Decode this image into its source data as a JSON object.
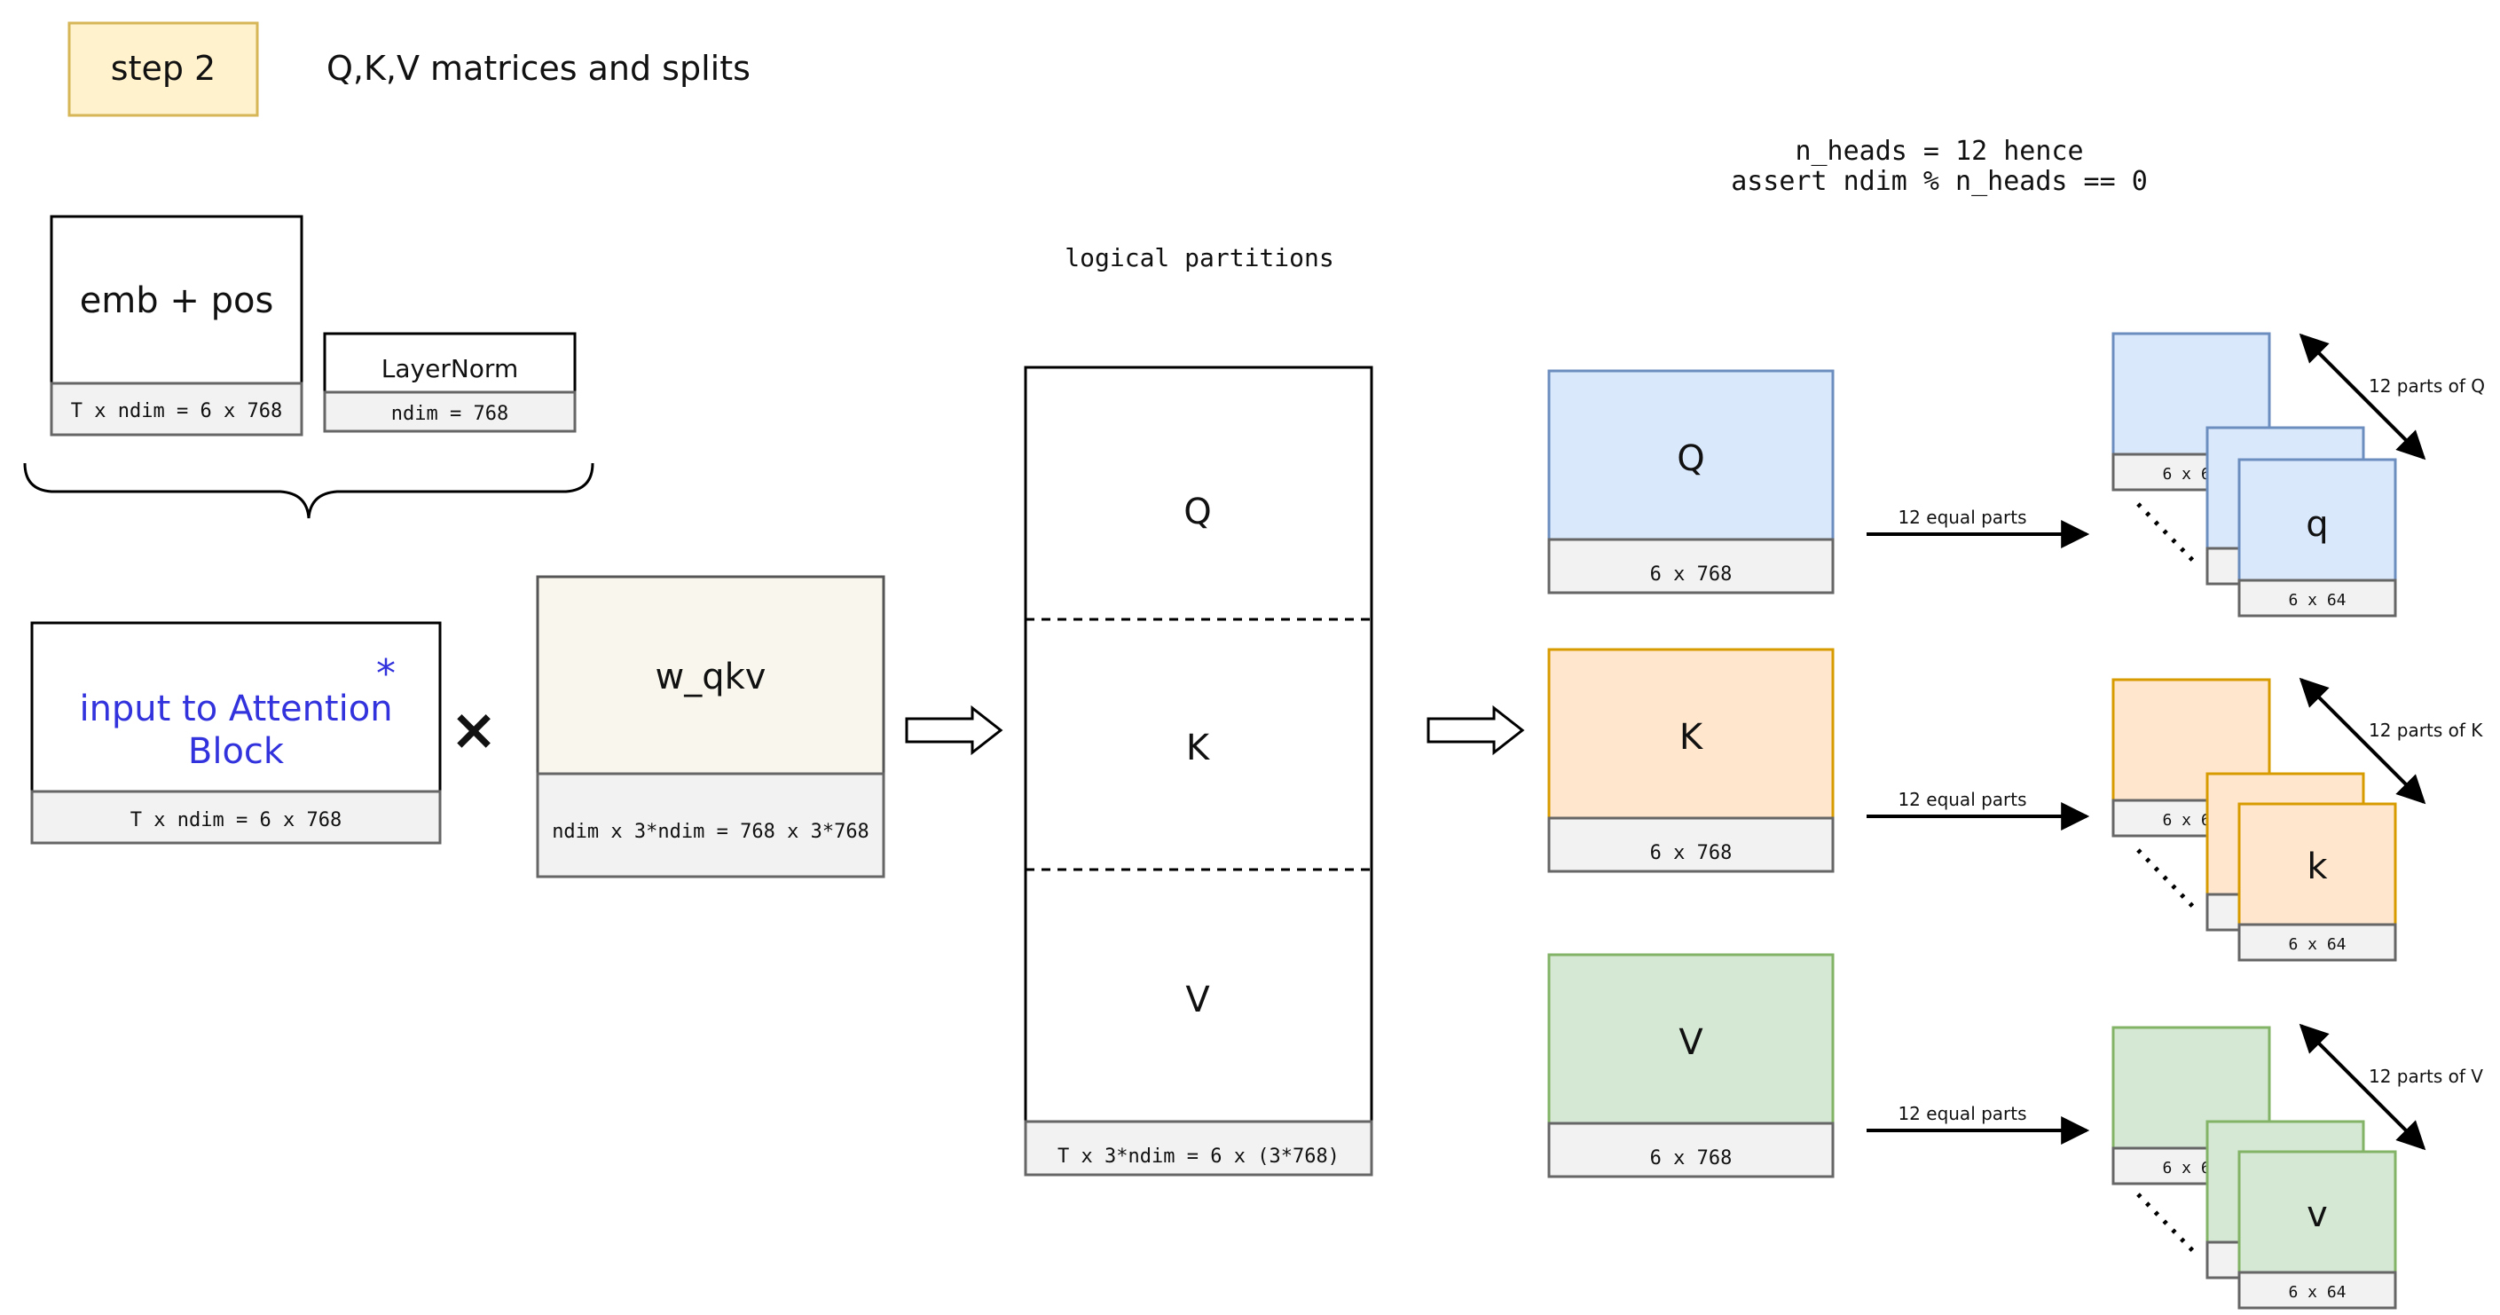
{
  "header": {
    "step_badge": "step 2",
    "title": "Q,K,V matrices and splits"
  },
  "inputs": {
    "emb_pos": {
      "label": "emb + pos",
      "shape": "T x ndim = 6 x 768"
    },
    "layernorm": {
      "label": "LayerNorm",
      "shape": "ndim = 768"
    }
  },
  "attention_input": {
    "label_line1": "input to Attention",
    "label_line2": "Block",
    "asterisk": "*",
    "shape": "T x ndim = 6 x 768"
  },
  "operator": {
    "multiply": "×"
  },
  "weight": {
    "label": "w_qkv",
    "shape": "ndim x 3*ndim = 768 x 3*768"
  },
  "qkv_matrix": {
    "caption": "logical partitions",
    "parts": [
      "Q",
      "K",
      "V"
    ],
    "shape": "T x 3*ndim = 6 x (3*768)"
  },
  "note": {
    "line1": "n_heads = 12 hence",
    "line2": "assert ndim % n_heads == 0"
  },
  "splits": [
    {
      "label": "Q",
      "shape": "6 x 768",
      "arrow_label": "12 equal parts",
      "head_label": "q",
      "head_shape": "6 x 64",
      "back_shape": "6 x 64",
      "parts_label": "12 parts of Q",
      "fill": "#dae8fc",
      "stroke": "#6c8ebf"
    },
    {
      "label": "K",
      "shape": "6 x 768",
      "arrow_label": "12 equal parts",
      "head_label": "k",
      "head_shape": "6 x 64",
      "back_shape": "6 x 64",
      "parts_label": "12 parts of K",
      "fill": "#ffe6cc",
      "stroke": "#d79b00"
    },
    {
      "label": "V",
      "shape": "6 x 768",
      "arrow_label": "12 equal parts",
      "head_label": "v",
      "head_shape": "6 x 64",
      "back_shape": "6 x 64",
      "parts_label": "12 parts of V",
      "fill": "#d5e8d4",
      "stroke": "#82b366"
    }
  ],
  "colors": {
    "badge_fill": "#fff2cc",
    "badge_stroke": "#d6b656",
    "weight_fill": "#f9f7ed",
    "footer_fill": "#f2f2f2",
    "footer_stroke": "#666666",
    "accent_blue": "#3333dd"
  }
}
